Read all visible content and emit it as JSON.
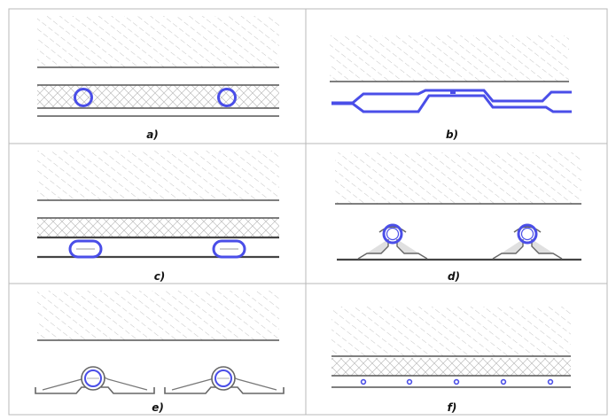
{
  "panels": [
    {
      "id": "a",
      "label": "a)"
    },
    {
      "id": "b",
      "label": "b)"
    },
    {
      "id": "c",
      "label": "c)"
    },
    {
      "id": "d",
      "label": "d)"
    },
    {
      "id": "e",
      "label": "e)"
    },
    {
      "id": "f",
      "label": "f)"
    }
  ],
  "colors": {
    "pipe": "#4a4ee8",
    "line": "#555555",
    "hatch": "#c4c4c4",
    "border": "#b8b8b8"
  }
}
